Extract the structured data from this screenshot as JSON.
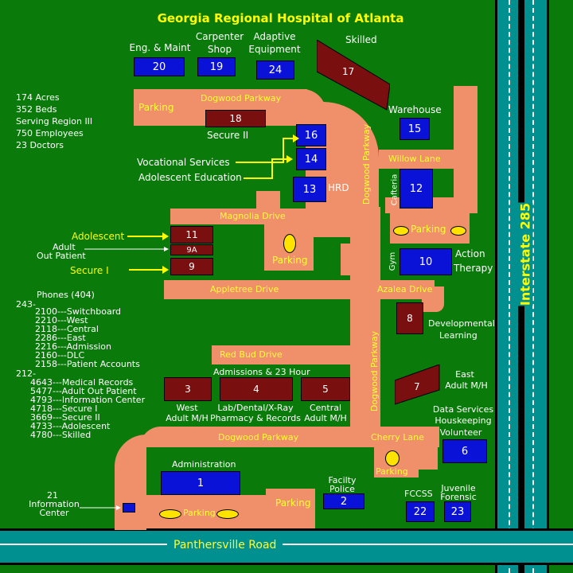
{
  "title": "Georgia Regional Hospital of Atlanta",
  "facts": [
    "174 Acres",
    "352 Beds",
    "Serving Region III",
    "750 Employees",
    "23 Doctors"
  ],
  "phones": {
    "heading": "Phones (404)",
    "prefix_243": "243-",
    "list_243": [
      "2100---Switchboard",
      "2210---West",
      "2118---Central",
      "2286---East",
      "2216---Admission",
      "2160---DLC",
      "2158---Patient Accounts"
    ],
    "prefix_212": "212-",
    "list_212": [
      "4643---Medical Records",
      "5477---Adult Out Patient",
      "4793---Information Center",
      "4718---Secure I",
      "3669---Secure II",
      "4733---Adolescent",
      "4780---Skilled"
    ]
  },
  "roads": {
    "dogwood_top": "Dogwood Parkway",
    "dogwood_vertical_top": "Dogwood Parkway",
    "dogwood_vertical_mid": "Dogwood Parkway",
    "dogwood_bottom": "Dogwood Parkway",
    "willow": "Willow Lane",
    "magnolia": "Magnolia Drive",
    "appletree": "Appletree Drive",
    "azalea": "Azalea Drive",
    "redbud": "Red Bud Drive",
    "cherry": "Cherry Lane",
    "panthersville": "Panthersville Road",
    "interstate": "Interstate 285"
  },
  "parking": {
    "top_left": "Parking",
    "center": "Parking",
    "right": "Parking",
    "cherry": "Parking",
    "bottom_center": "Parking",
    "bottom_right": "Parking"
  },
  "buildings": {
    "b20": {
      "num": "20",
      "label": "Eng. & Maint"
    },
    "b19": {
      "num": "19",
      "label_1": "Carpenter",
      "label_2": "Shop"
    },
    "b24": {
      "num": "24",
      "label_1": "Adaptive",
      "label_2": "Equipment"
    },
    "b17": {
      "num": "17",
      "label": "Skilled"
    },
    "b18": {
      "num": "18",
      "label": "Secure II"
    },
    "b16": {
      "num": "16"
    },
    "b14": {
      "num": "14"
    },
    "b13": {
      "num": "13",
      "label": "HRD"
    },
    "b15": {
      "num": "15",
      "label": "Warehouse"
    },
    "b12": {
      "num": "12",
      "label": "Cafteria"
    },
    "b11": {
      "num": "11"
    },
    "b9a": {
      "num": "9A"
    },
    "b9": {
      "num": "9"
    },
    "b10": {
      "num": "10",
      "label_gym": "Gym",
      "label_1": "Action",
      "label_2": "Therapy"
    },
    "b8": {
      "num": "8",
      "label_1": "Developmental",
      "label_2": "Learning"
    },
    "b3": {
      "num": "3",
      "label_1": "West",
      "label_2": "Adult M/H"
    },
    "b4": {
      "num": "4",
      "label_1": "Lab/Dental/X-Ray",
      "label_2": "Pharmacy & Records"
    },
    "b5": {
      "num": "5",
      "label_1": "Central",
      "label_2": "Adult M/H"
    },
    "admissions": "Admissions & 23 Hour",
    "b7": {
      "num": "7",
      "label_1": "East",
      "label_2": "Adult M/H"
    },
    "b6": {
      "num": "6",
      "label_1": "Data Services",
      "label_2": "Houskeeping",
      "label_3": "Volunteer"
    },
    "b1": {
      "num": "1",
      "label": "Administration"
    },
    "b2": {
      "num": "2",
      "label_1": "Facilty",
      "label_2": "Police"
    },
    "b22": {
      "num": "22",
      "label": "FCCSS"
    },
    "b23": {
      "num": "23",
      "label_1": "Juvenile",
      "label_2": "Forensic"
    },
    "b21": {
      "label_1": "21",
      "label_2": "Information",
      "label_3": "Center"
    }
  },
  "callouts": {
    "vocational": "Vocational Services",
    "adolescent_edu": "Adolescent Education",
    "adolescent": "Adolescent",
    "adult_op_1": "Adult",
    "adult_op_2": "Out Patient",
    "secure1": "Secure I"
  },
  "colors": {
    "grass": "#0a7a0a",
    "road": "#f0906a",
    "building_blue": "#0a12d8",
    "building_red": "#7a0f0f",
    "highway": "#009090",
    "label_yellow": "#ffff00"
  }
}
